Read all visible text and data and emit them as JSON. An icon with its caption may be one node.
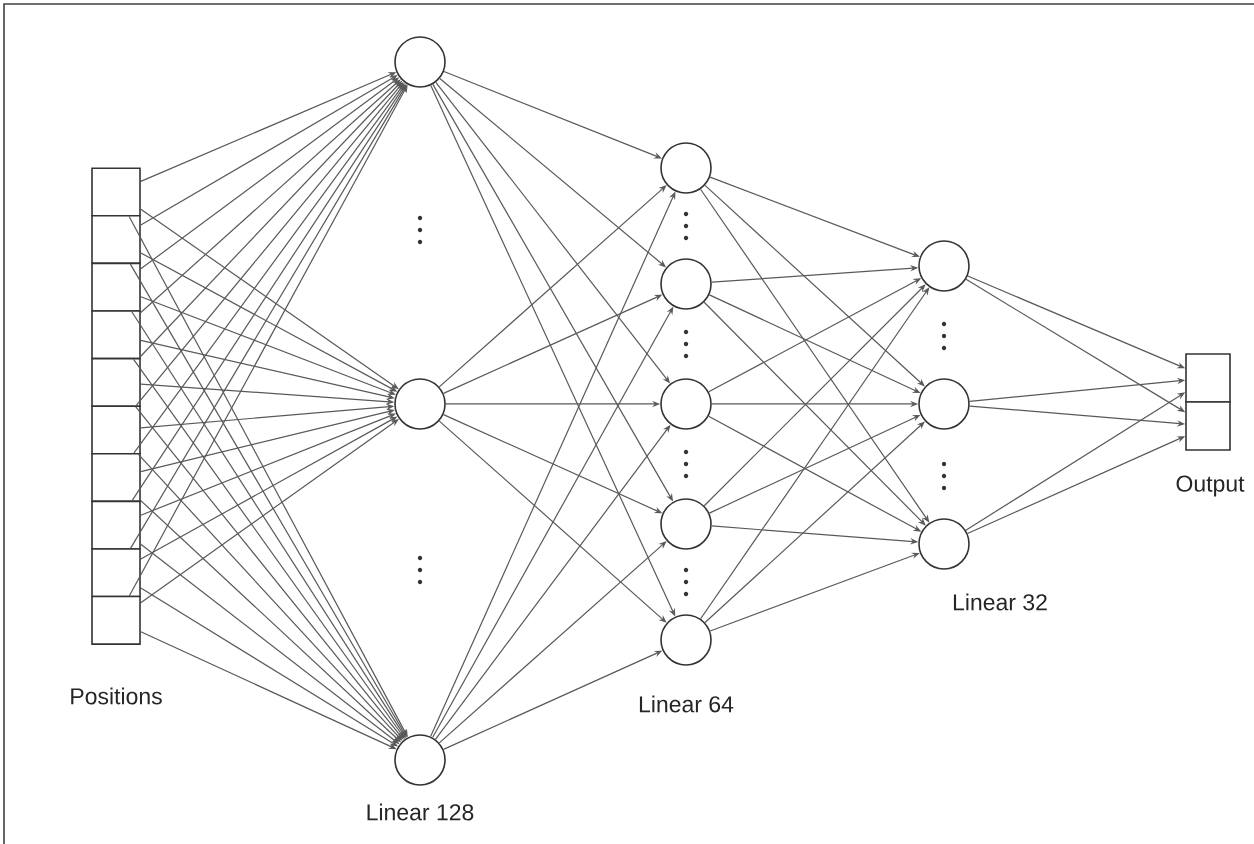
{
  "diagram": {
    "nodes": [
      {
        "text": [],
        "shape": "box"
      },
      {
        "text": [],
        "shape": "box"
      },
      {
        "text": [],
        "shape": "box"
      },
      {
        "text": [],
        "shape": "box"
      },
      {
        "text": [],
        "shape": "box"
      },
      {
        "text": [],
        "shape": "box"
      },
      {
        "text": [],
        "shape": "box"
      },
      {
        "text": [],
        "shape": "box"
      },
      {
        "text": [],
        "shape": "box"
      },
      {
        "text": [],
        "shape": "box"
      },
      {
        "text": [],
        "shape": "circle"
      },
      {
        "text": [],
        "shape": "circle"
      },
      {
        "text": [],
        "shape": "circle"
      },
      {
        "text": [],
        "shape": "circle"
      },
      {
        "text": [],
        "shape": "circle"
      },
      {
        "text": [],
        "shape": "circle"
      },
      {
        "text": [],
        "shape": "circle"
      },
      {
        "text": [],
        "shape": "circle"
      },
      {
        "text": [],
        "shape": "circle"
      },
      {
        "text": [],
        "shape": "circle"
      },
      {
        "text": [],
        "shape": "circle"
      },
      {
        "text": [],
        "shape": "box"
      },
      {
        "text": [],
        "shape": "box"
      }
    ],
    "edges": [
      {
        "from": 0,
        "to": 10,
        "arrow": "to"
      },
      {
        "from": 0,
        "to": 11,
        "arrow": "to"
      },
      {
        "from": 0,
        "to": 12,
        "arrow": "to"
      },
      {
        "from": 1,
        "to": 10,
        "arrow": "to"
      },
      {
        "from": 1,
        "to": 11,
        "arrow": "to"
      },
      {
        "from": 1,
        "to": 12,
        "arrow": "to"
      },
      {
        "from": 2,
        "to": 10,
        "arrow": "to"
      },
      {
        "from": 2,
        "to": 11,
        "arrow": "to"
      },
      {
        "from": 2,
        "to": 12,
        "arrow": "to"
      },
      {
        "from": 3,
        "to": 10,
        "arrow": "to"
      },
      {
        "from": 3,
        "to": 11,
        "arrow": "to"
      },
      {
        "from": 3,
        "to": 12,
        "arrow": "to"
      },
      {
        "from": 4,
        "to": 10,
        "arrow": "to"
      },
      {
        "from": 4,
        "to": 11,
        "arrow": "to"
      },
      {
        "from": 4,
        "to": 12,
        "arrow": "to"
      },
      {
        "from": 5,
        "to": 10,
        "arrow": "to"
      },
      {
        "from": 5,
        "to": 11,
        "arrow": "to"
      },
      {
        "from": 5,
        "to": 12,
        "arrow": "to"
      },
      {
        "from": 6,
        "to": 10,
        "arrow": "to"
      },
      {
        "from": 6,
        "to": 11,
        "arrow": "to"
      },
      {
        "from": 6,
        "to": 12,
        "arrow": "to"
      },
      {
        "from": 7,
        "to": 10,
        "arrow": "to"
      },
      {
        "from": 7,
        "to": 11,
        "arrow": "to"
      },
      {
        "from": 7,
        "to": 12,
        "arrow": "to"
      },
      {
        "from": 8,
        "to": 10,
        "arrow": "to"
      },
      {
        "from": 8,
        "to": 11,
        "arrow": "to"
      },
      {
        "from": 8,
        "to": 12,
        "arrow": "to"
      },
      {
        "from": 9,
        "to": 10,
        "arrow": "to"
      },
      {
        "from": 9,
        "to": 11,
        "arrow": "to"
      },
      {
        "from": 9,
        "to": 12,
        "arrow": "to"
      },
      {
        "from": 10,
        "to": 13,
        "arrow": "to"
      },
      {
        "from": 10,
        "to": 14,
        "arrow": "to"
      },
      {
        "from": 10,
        "to": 15,
        "arrow": "to"
      },
      {
        "from": 10,
        "to": 16,
        "arrow": "to"
      },
      {
        "from": 10,
        "to": 17,
        "arrow": "to"
      },
      {
        "from": 11,
        "to": 13,
        "arrow": "to"
      },
      {
        "from": 11,
        "to": 14,
        "arrow": "to"
      },
      {
        "from": 11,
        "to": 15,
        "arrow": "to"
      },
      {
        "from": 11,
        "to": 16,
        "arrow": "to"
      },
      {
        "from": 11,
        "to": 17,
        "arrow": "to"
      },
      {
        "from": 12,
        "to": 13,
        "arrow": "to"
      },
      {
        "from": 12,
        "to": 14,
        "arrow": "to"
      },
      {
        "from": 12,
        "to": 15,
        "arrow": "to"
      },
      {
        "from": 12,
        "to": 16,
        "arrow": "to"
      },
      {
        "from": 12,
        "to": 17,
        "arrow": "to"
      },
      {
        "from": 13,
        "to": 18,
        "arrow": "to"
      },
      {
        "from": 13,
        "to": 19,
        "arrow": "to"
      },
      {
        "from": 13,
        "to": 20,
        "arrow": "to"
      },
      {
        "from": 14,
        "to": 18,
        "arrow": "to"
      },
      {
        "from": 14,
        "to": 19,
        "arrow": "to"
      },
      {
        "from": 14,
        "to": 20,
        "arrow": "to"
      },
      {
        "from": 15,
        "to": 18,
        "arrow": "to"
      },
      {
        "from": 15,
        "to": 19,
        "arrow": "to"
      },
      {
        "from": 15,
        "to": 20,
        "arrow": "to"
      },
      {
        "from": 16,
        "to": 18,
        "arrow": "to"
      },
      {
        "from": 16,
        "to": 19,
        "arrow": "to"
      },
      {
        "from": 16,
        "to": 20,
        "arrow": "to"
      },
      {
        "from": 17,
        "to": 18,
        "arrow": "to"
      },
      {
        "from": 17,
        "to": 19,
        "arrow": "to"
      },
      {
        "from": 17,
        "to": 20,
        "arrow": "to"
      },
      {
        "from": 18,
        "to": 21,
        "arrow": "to"
      },
      {
        "from": 18,
        "to": 22,
        "arrow": "to"
      },
      {
        "from": 19,
        "to": 21,
        "arrow": "to"
      },
      {
        "from": 19,
        "to": 22,
        "arrow": "to"
      },
      {
        "from": 20,
        "to": 21,
        "arrow": "to"
      },
      {
        "from": 20,
        "to": 22,
        "arrow": "to"
      }
    ],
    "labels": [
      "Positions",
      "Linear 128",
      "Linear 64",
      "Linear 32",
      "Output"
    ]
  }
}
